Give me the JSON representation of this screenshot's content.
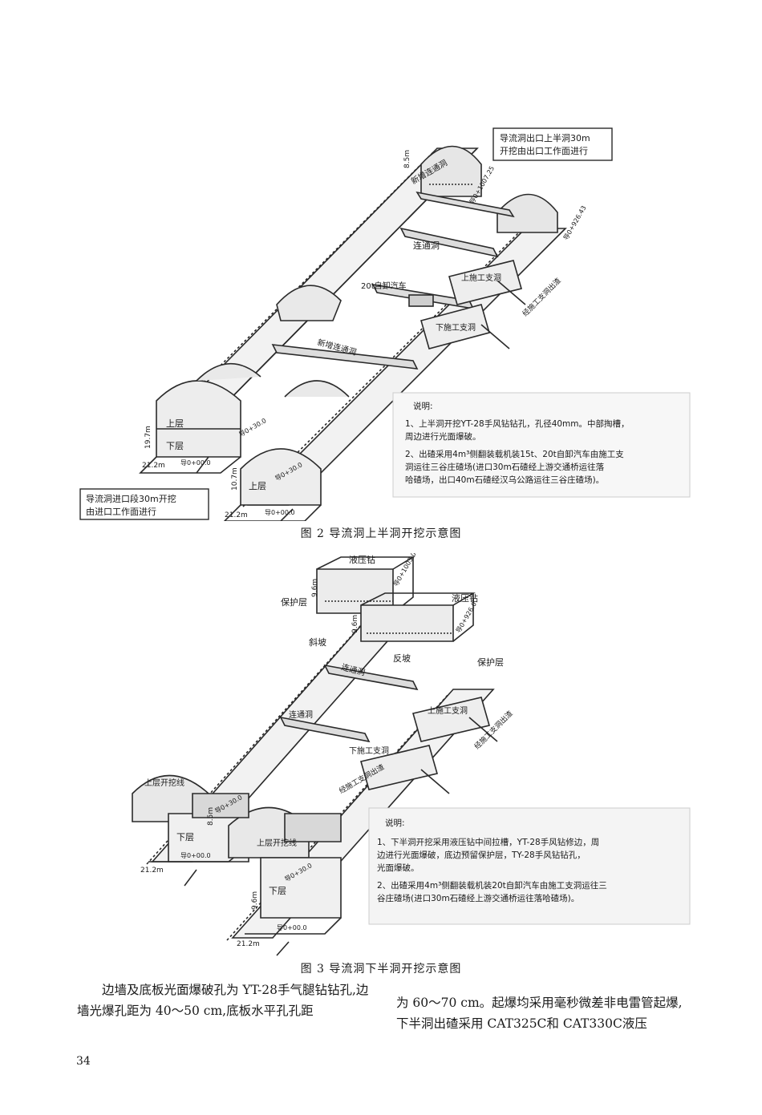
{
  "figure2": {
    "caption": "图 2   导流洞上半洞开挖示意图",
    "labels": {
      "exit_note": [
        "导流洞出口上半洞30m",
        "开挖由出口工作面进行"
      ],
      "entrance_note": [
        "导流洞进口段30m开挖",
        "由进口工作面进行"
      ],
      "height_85": "8.5m",
      "height_197": "19.7m",
      "height_107": "10.7m",
      "width_212a": "21.2m",
      "width_212b": "21.2m",
      "upper": "上层",
      "lower": "下层",
      "upper2": "上层",
      "new_tunnel_1": "新增连通洞",
      "new_tunnel_2": "新增连通洞",
      "link_tunnel": "连通洞",
      "truck": "20t自卸汽车",
      "upper_branch": "上施工支洞",
      "lower_branch": "下施工支洞",
      "via_branch": "经施工支洞出渣",
      "station_100725": "导0+1007.25",
      "station_92643": "导0+926.43",
      "station_0300a": "导0+30.0",
      "station_0000a": "导0+00.0",
      "station_0300b": "导0+30.0",
      "station_0000b": "导0+00.0"
    },
    "notes": {
      "title": "说明:",
      "items": [
        [
          "1、上半洞开挖YT-28手风钻钻孔，孔径40mm。中部掏槽，",
          "   周边进行光面爆破。"
        ],
        [
          "2、出碴采用4m³侧翻装载机装15t、20t自卸汽车由施工支",
          "   洞运往三谷庄碴场(进口30m石碴经上游交通桥运往落",
          "   哈碴场，出口40m石碴经汉乌公路运往三谷庄碴场)。"
        ]
      ]
    }
  },
  "figure3": {
    "caption": "图 3   导流洞下半洞开挖示意图",
    "labels": {
      "drill_1": "液压钻",
      "drill_2": "液压钻",
      "protect_1": "保护层",
      "protect_2": "保护层",
      "slope": "斜坡",
      "reverse_slope": "反坡",
      "link_tunnel_a": "连通洞",
      "link_tunnel_b": "连通洞",
      "upper_branch": "上施工支洞",
      "lower_branch": "下施工支洞",
      "via_upper": "经施工支洞出渣",
      "via_lower": "经施工支洞出渣",
      "upper_line_1": "上层开挖线",
      "upper_line_2": "上层开挖线",
      "lower_a": "下层",
      "lower_b": "下层",
      "height_96a": "9.6m",
      "height_96b": "9.6m",
      "height_85": "8.5m",
      "height_96c": "9.6m",
      "width_212a": "21.2m",
      "width_212b": "21.2m",
      "station_10030": "导0+1003.0",
      "station_9260": "导0+926.0",
      "station_0300a": "导0+30.0",
      "station_0000a": "导0+00.0",
      "station_0300b": "导0+30.0",
      "station_0000b": "导0+00.0"
    },
    "notes": {
      "title": "说明:",
      "items": [
        [
          "1、下半洞开挖采用液压钻中间拉槽，YT-28手风钻修边，周",
          "   边进行光面爆破，底边预留保护层，TY-28手风钻钻孔，",
          "   光面爆破。"
        ],
        [
          "2、出碴采用4m³侧翻装载机装20t自卸汽车由施工支洞运往三",
          "   谷庄碴场(进口30m石碴经上游交通桥运往落哈碴场)。"
        ]
      ]
    }
  },
  "body_text": {
    "left": "边墙及底板光面爆破孔为 YT-28手气腿钻钻孔,边墙光爆孔距为 40～50 cm,底板水平孔孔距",
    "right": "为 60～70 cm。起爆均采用毫秒微差非电雷管起爆,下半洞出碴采用 CAT325C和 CAT330C液压"
  },
  "page_number": "34",
  "colors": {
    "ink": "#1a1a1a",
    "line": "#2a2a2a",
    "paper": "#ffffff"
  }
}
